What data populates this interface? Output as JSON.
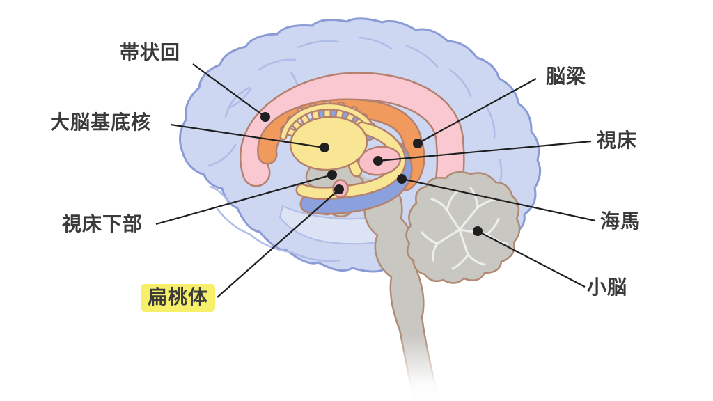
{
  "diagram": {
    "labels": [
      {
        "id": "cingulate-gyrus",
        "text": "帯状回",
        "highlighted": false
      },
      {
        "id": "basal-ganglia",
        "text": "大脳基底核",
        "highlighted": false
      },
      {
        "id": "hypothalamus",
        "text": "視床下部",
        "highlighted": false
      },
      {
        "id": "amygdala",
        "text": "扁桃体",
        "highlighted": true
      },
      {
        "id": "corpus-callosum",
        "text": "脳梁",
        "highlighted": false
      },
      {
        "id": "thalamus",
        "text": "視床",
        "highlighted": false
      },
      {
        "id": "hippocampus",
        "text": "海馬",
        "highlighted": false
      },
      {
        "id": "cerebellum",
        "text": "小脳",
        "highlighted": false
      }
    ]
  },
  "colors": {
    "cerebrum_fill": "#cdd7f1",
    "cerebrum_outline": "#8b9bd6",
    "gyri": "#aebce6",
    "light_fold": "#dce3f5",
    "pink": "#f9c8d0",
    "orange": "#f09a5e",
    "yellow": "#f8e694",
    "blue": "#8ba1dd",
    "gray": "#c9c7c2",
    "brown": "#b5806d",
    "stem_outline": "#b08a72",
    "thalamus_pink": "#f9c0ca",
    "amygdala_pink": "#f4b7c3",
    "white_branches": "#edefec",
    "highlight": "#f7ef6a",
    "text": "#3a3a3a",
    "line": "#1f1f1f"
  }
}
